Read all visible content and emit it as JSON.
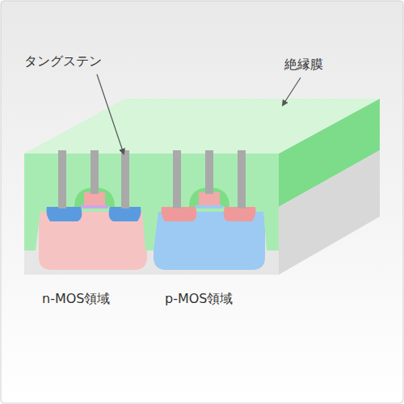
{
  "diagram": {
    "labels": [
      "タングステン",
      "絶縁膜",
      "n-MOS領域",
      "p-MOS領域"
    ]
  }
}
